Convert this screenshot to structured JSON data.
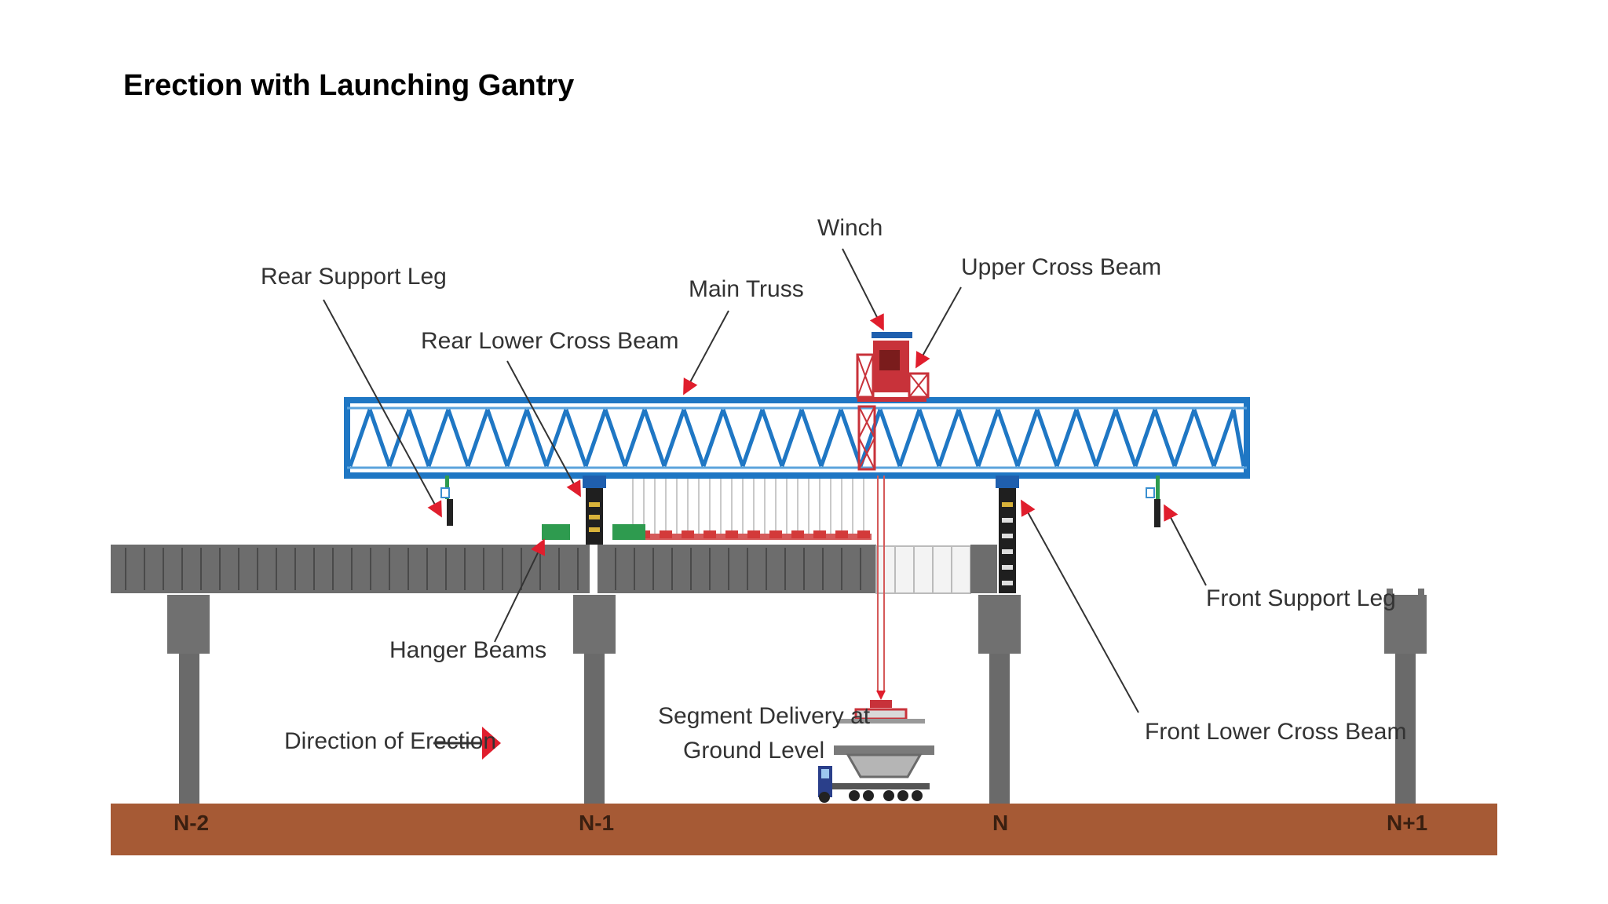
{
  "title": "Erection with Launching Gantry",
  "labels": {
    "winch": "Winch",
    "upper_cross_beam": "Upper Cross Beam",
    "rear_support_leg": "Rear Support Leg",
    "main_truss": "Main Truss",
    "rear_lower_cross_beam": "Rear Lower Cross Beam",
    "hanger_beams": "Hanger Beams",
    "direction_of_erection": "Direction of Erection",
    "segment_delivery_line1": "Segment Delivery at",
    "segment_delivery_line2": "Ground Level",
    "front_support_leg": "Front Support Leg",
    "front_lower_cross_beam": "Front Lower Cross Beam"
  },
  "piers": [
    "N-2",
    "N-1",
    "N",
    "N+1"
  ],
  "colors": {
    "truss": "#1f77c4",
    "deck": "#6d6d6d",
    "pier": "#6e6e6e",
    "ground": "#a65a35",
    "winch": "#c8323a",
    "arrow": "#e01e2d",
    "hanger_beam": "#2e9b4f"
  }
}
